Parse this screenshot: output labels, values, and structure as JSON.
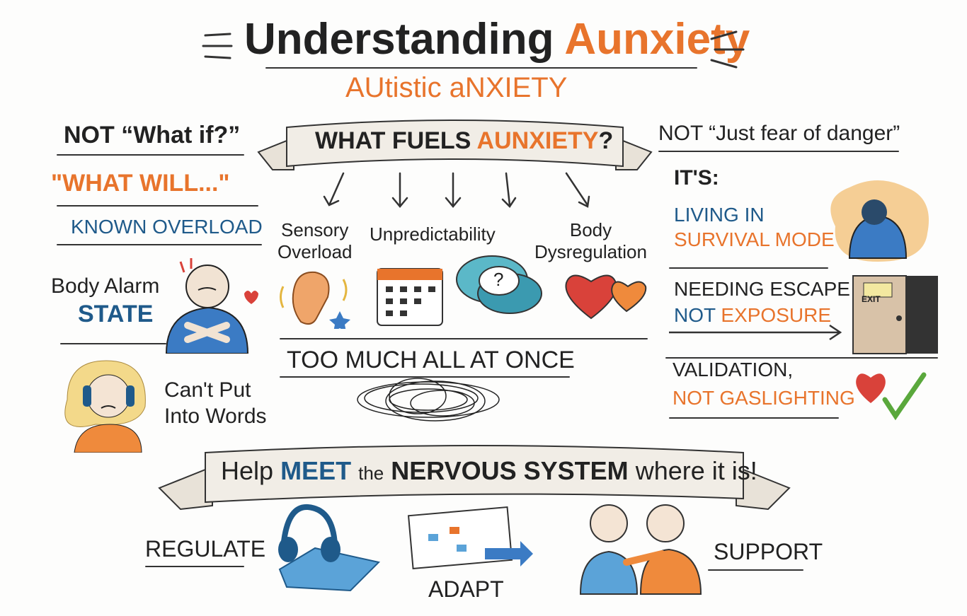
{
  "title": {
    "part1": "Understanding",
    "part2": "Aunxiety"
  },
  "subtitle": "AUtistic aNXIETY",
  "left": {
    "not_what_if": "NOT “What if?”",
    "what_will": "\"WHAT WILL...\"",
    "known_overload": "KNOWN OVERLOAD",
    "body_alarm": "Body Alarm",
    "state": "STATE",
    "cant_put": "Can't Put",
    "into_words": "Into Words"
  },
  "center": {
    "banner_part1": "WHAT FUELS",
    "banner_part2": "AUNXIETY",
    "banner_q": "?",
    "fuels": [
      {
        "line1": "Sensory",
        "line2": "Overload"
      },
      {
        "line1": "Unpredictability",
        "line2": ""
      },
      {
        "line1": "Body",
        "line2": "Dysregulation"
      }
    ],
    "bubble_q": "?",
    "too_much": "TOO MUCH ALL AT ONCE"
  },
  "right": {
    "not_fear": "NOT “Just fear of danger”",
    "its": "IT'S:",
    "living_in": "LIVING IN",
    "survival_mode": "SURVIVAL MODE",
    "needing_escape": "NEEDING ESCAPE",
    "not_word": "NOT",
    "exposure": "EXPOSURE",
    "exit_sign": "EXIT",
    "validation": "VALIDATION,",
    "not_gaslighting": "NOT GASLIGHTING"
  },
  "bottom": {
    "banner_help": "Help",
    "banner_meet": "MEET",
    "banner_the": "the",
    "banner_ns": "NERVOUS SYSTEM",
    "banner_rest": "where it is!",
    "actions": [
      "REGULATE",
      "ADAPT",
      "SUPPORT"
    ]
  },
  "colors": {
    "orange": "#e8742c",
    "blue": "#1f5a8a",
    "ink": "#222222",
    "red": "#d9423a",
    "green": "#5aa83c"
  }
}
